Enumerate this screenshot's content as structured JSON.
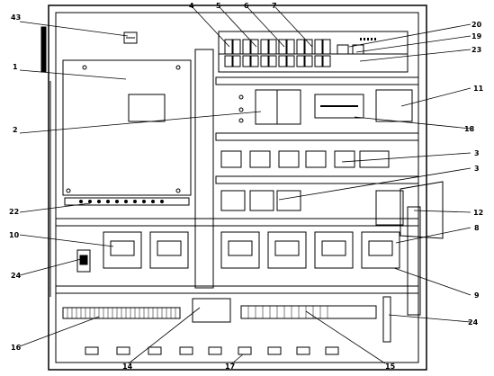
{
  "diagram": {
    "callouts": [
      "43",
      "1",
      "2",
      "22",
      "10",
      "24",
      "16",
      "14",
      "17",
      "15",
      "4",
      "5",
      "6",
      "7",
      "20",
      "19",
      "23",
      "11",
      "18",
      "3",
      "12",
      "8",
      "9",
      "24"
    ],
    "colors": {
      "ink": "#000000",
      "paper": "#ffffff",
      "detail": "#444444"
    }
  }
}
